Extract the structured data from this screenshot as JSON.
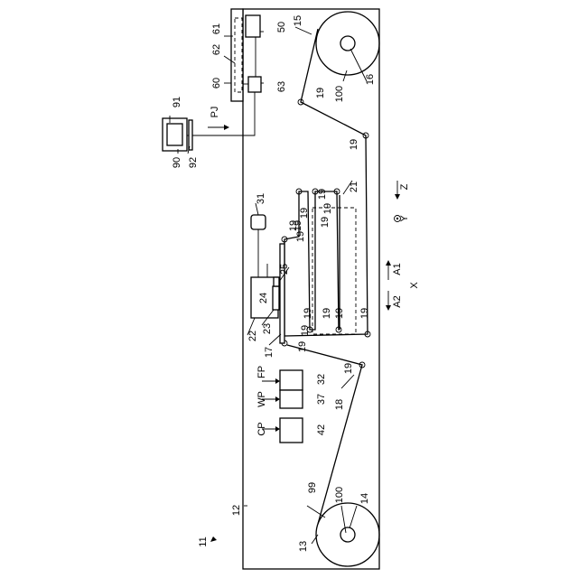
{
  "labels": {
    "l11": "11",
    "l12": "12",
    "l13": "13",
    "l14": "14",
    "l15": "15",
    "l16": "16",
    "l17": "17",
    "l18": "18",
    "l21": "21",
    "l22": "22",
    "l23": "23",
    "l24": "24",
    "l25": "25",
    "l31": "31",
    "l32": "32",
    "l37": "37",
    "l42": "42",
    "l50": "50",
    "l60": "60",
    "l61": "61",
    "l62": "62",
    "l63": "63",
    "l90": "90",
    "l91": "91",
    "l92": "92",
    "l99": "99",
    "l100a": "100",
    "l100b": "100",
    "r1": "19",
    "r2": "19",
    "r3": "19",
    "r4": "19",
    "r5": "19",
    "r6": "19",
    "r7": "19",
    "r8": "19",
    "r9": "19",
    "r10": "19",
    "r11": "19",
    "r12": "19",
    "r13": "19",
    "r14": "19",
    "r15": "19",
    "r16": "19",
    "pj": "PJ",
    "fp": "FP",
    "wp": "WP",
    "cp": "CP",
    "z": "Z",
    "y": "Y",
    "x": "X",
    "a1": "A1",
    "a2": "A2"
  }
}
